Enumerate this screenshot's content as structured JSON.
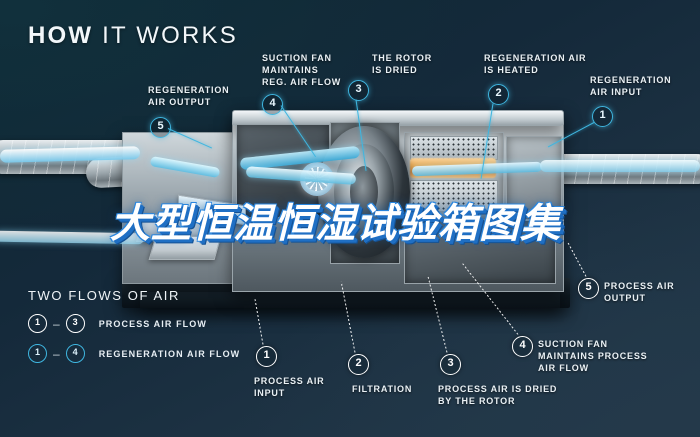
{
  "headline": {
    "part1": "HOW",
    "part2": "IT WORKS"
  },
  "overlay_title": "大型恒温恒湿试验箱图集",
  "colors": {
    "background_dark": "#0e2833",
    "background_light": "#223a4b",
    "accent_cyan": "#3fb6e0",
    "text": "#eef4f7",
    "heater_orange": "#f5a33c",
    "overlay_blue": "#1f6fc4"
  },
  "callouts": [
    {
      "number": "5",
      "label": "REGENERATION\nAIR OUTPUT",
      "ring": "cyan"
    },
    {
      "number": "4",
      "label": "SUCTION FAN\nMAINTAINS\nREG. AIR FLOW",
      "ring": "cyan"
    },
    {
      "number": "3",
      "label": "THE ROTOR\nIS DRIED",
      "ring": "cyan"
    },
    {
      "number": "2",
      "label": "REGENERATION AIR\nIS HEATED",
      "ring": "cyan"
    },
    {
      "number": "1",
      "label": "REGENERATION\nAIR INPUT",
      "ring": "cyan"
    },
    {
      "number": "5",
      "label": "PROCESS AIR\nOUTPUT",
      "ring": "white"
    },
    {
      "number": "4",
      "label": "SUCTION FAN\nMAINTAINS PROCESS\nAIR FLOW",
      "ring": "white"
    },
    {
      "number": "3",
      "label": "PROCESS AIR IS DRIED\nBY THE ROTOR",
      "ring": "white"
    },
    {
      "number": "2",
      "label": "FILTRATION",
      "ring": "white"
    },
    {
      "number": "1",
      "label": "PROCESS AIR\nINPUT",
      "ring": "white"
    }
  ],
  "legend": {
    "title": "TWO FLOWS OF AIR",
    "rows": [
      {
        "from": "1",
        "dash": "–",
        "to": "3",
        "text": "PROCESS AIR FLOW",
        "ring": "white"
      },
      {
        "from": "1",
        "dash": "–",
        "to": "4",
        "text": "REGENERATION AIR FLOW",
        "ring": "cyan"
      }
    ]
  },
  "illustration": {
    "name": "desiccant-dehumidifier-cutaway",
    "parts": [
      "spiral-duct-left",
      "spiral-duct-right",
      "cabinet-housing",
      "suction-fan",
      "desiccant-rotor-wheel",
      "heater-coils",
      "filter-mesh",
      "airflow-ribbons"
    ]
  }
}
